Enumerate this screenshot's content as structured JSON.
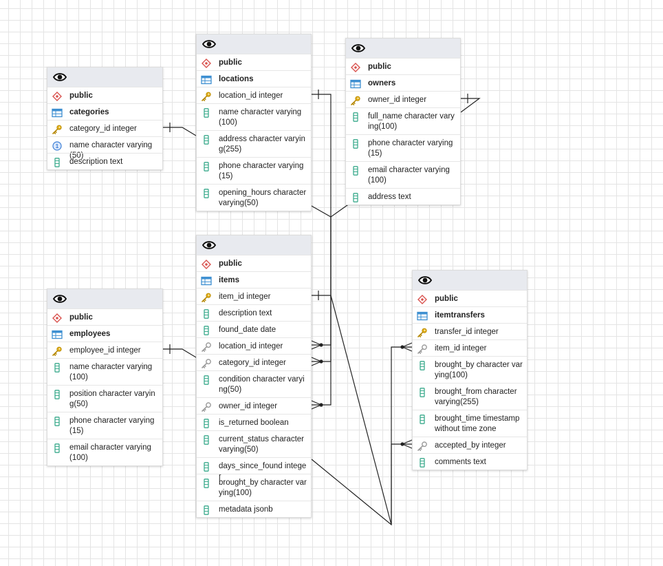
{
  "tables": [
    {
      "id": "categories",
      "schema": "public",
      "name": "categories",
      "columns": [
        {
          "text": "category_id integer",
          "icon": "primary-key-icon"
        },
        {
          "text": "name character varying(50)",
          "icon": "unique-icon"
        },
        {
          "text": "description text",
          "icon": "column-icon"
        }
      ]
    },
    {
      "id": "locations",
      "schema": "public",
      "name": "locations",
      "columns": [
        {
          "text": "location_id integer",
          "icon": "primary-key-icon"
        },
        {
          "text": "name character varying(100)",
          "icon": "column-icon"
        },
        {
          "text": "address character varying(255)",
          "icon": "column-icon"
        },
        {
          "text": "phone character varying(15)",
          "icon": "column-icon"
        },
        {
          "text": "opening_hours character varying(50)",
          "icon": "column-icon"
        }
      ]
    },
    {
      "id": "owners",
      "schema": "public",
      "name": "owners",
      "columns": [
        {
          "text": "owner_id integer",
          "icon": "primary-key-icon"
        },
        {
          "text": "full_name character varying(100)",
          "icon": "column-icon"
        },
        {
          "text": "phone character varying(15)",
          "icon": "column-icon"
        },
        {
          "text": "email character varying(100)",
          "icon": "column-icon"
        },
        {
          "text": "address text",
          "icon": "column-icon"
        }
      ]
    },
    {
      "id": "items",
      "schema": "public",
      "name": "items",
      "columns": [
        {
          "text": "item_id integer",
          "icon": "primary-key-icon"
        },
        {
          "text": "description text",
          "icon": "column-icon"
        },
        {
          "text": "found_date date",
          "icon": "column-icon"
        },
        {
          "text": "location_id integer",
          "icon": "foreign-key-icon"
        },
        {
          "text": "category_id integer",
          "icon": "foreign-key-icon"
        },
        {
          "text": "condition character varying(50)",
          "icon": "column-icon"
        },
        {
          "text": "owner_id integer",
          "icon": "foreign-key-icon"
        },
        {
          "text": "is_returned boolean",
          "icon": "column-icon"
        },
        {
          "text": "current_status character varying(50)",
          "icon": "column-icon"
        },
        {
          "text": "days_since_found integer",
          "icon": "column-icon"
        },
        {
          "text": "brought_by character varying(100)",
          "icon": "column-icon"
        },
        {
          "text": "metadata jsonb",
          "icon": "column-icon"
        }
      ]
    },
    {
      "id": "employees",
      "schema": "public",
      "name": "employees",
      "columns": [
        {
          "text": "employee_id integer",
          "icon": "primary-key-icon"
        },
        {
          "text": "name character varying(100)",
          "icon": "column-icon"
        },
        {
          "text": "position character varying(50)",
          "icon": "column-icon"
        },
        {
          "text": "phone character varying(15)",
          "icon": "column-icon"
        },
        {
          "text": "email character varying(100)",
          "icon": "column-icon"
        }
      ]
    },
    {
      "id": "itemtransfers",
      "schema": "public",
      "name": "itemtransfers",
      "columns": [
        {
          "text": "transfer_id integer",
          "icon": "primary-key-icon"
        },
        {
          "text": "item_id integer",
          "icon": "foreign-key-icon"
        },
        {
          "text": "brought_by character varying(100)",
          "icon": "column-icon"
        },
        {
          "text": "brought_from character varying(255)",
          "icon": "column-icon"
        },
        {
          "text": "brought_time timestamp without time zone",
          "icon": "column-icon"
        },
        {
          "text": "accepted_by integer",
          "icon": "foreign-key-icon"
        },
        {
          "text": "comments text",
          "icon": "column-icon"
        }
      ]
    }
  ],
  "relationships": [
    {
      "from": "items.location_id",
      "to": "locations.location_id"
    },
    {
      "from": "items.category_id",
      "to": "categories.category_id"
    },
    {
      "from": "items.owner_id",
      "to": "owners.owner_id"
    },
    {
      "from": "itemtransfers.item_id",
      "to": "items.item_id"
    },
    {
      "from": "itemtransfers.accepted_by",
      "to": "employees.employee_id"
    }
  ],
  "colors": {
    "header_bg": "#e8eaef",
    "schema_icon": "#d9534f",
    "table_icon": "#3d8fd1",
    "column_icon": "#3aaa8c",
    "primary_key_icon": "#e2b01b",
    "foreign_key_icon": "#9a9a9a",
    "unique_icon": "#3d7fd6",
    "line": "#222222"
  }
}
